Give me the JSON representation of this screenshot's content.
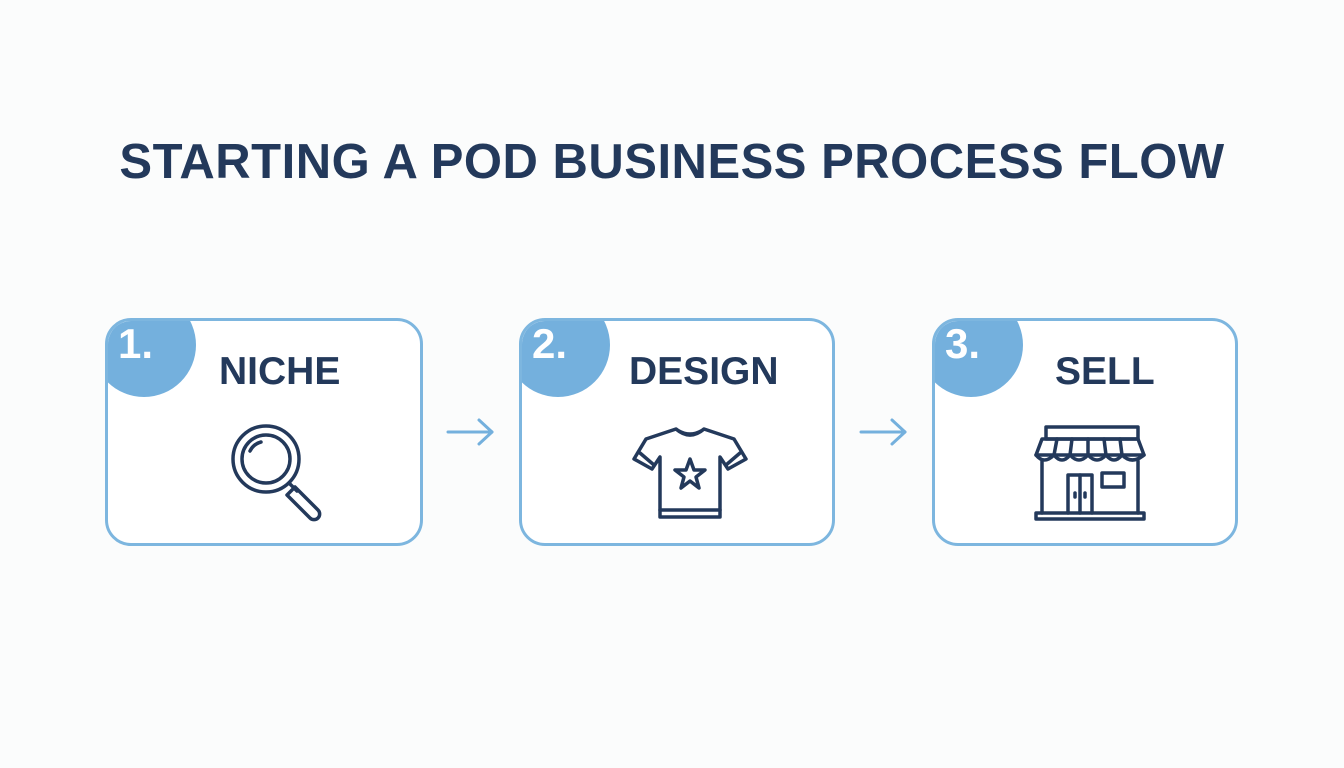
{
  "title": "STARTING A POD BUSINESS PROCESS FLOW",
  "colors": {
    "title": "#23395b",
    "accent": "#74b0dd",
    "border": "#7db6df",
    "icon": "#23395b"
  },
  "steps": [
    {
      "number": "1.",
      "label": "NICHE",
      "icon": "magnifying-glass-icon"
    },
    {
      "number": "2.",
      "label": "DESIGN",
      "icon": "t-shirt-star-icon"
    },
    {
      "number": "3.",
      "label": "SELL",
      "icon": "storefront-icon"
    }
  ],
  "connectors": [
    "arrow-right-icon",
    "arrow-right-icon"
  ]
}
